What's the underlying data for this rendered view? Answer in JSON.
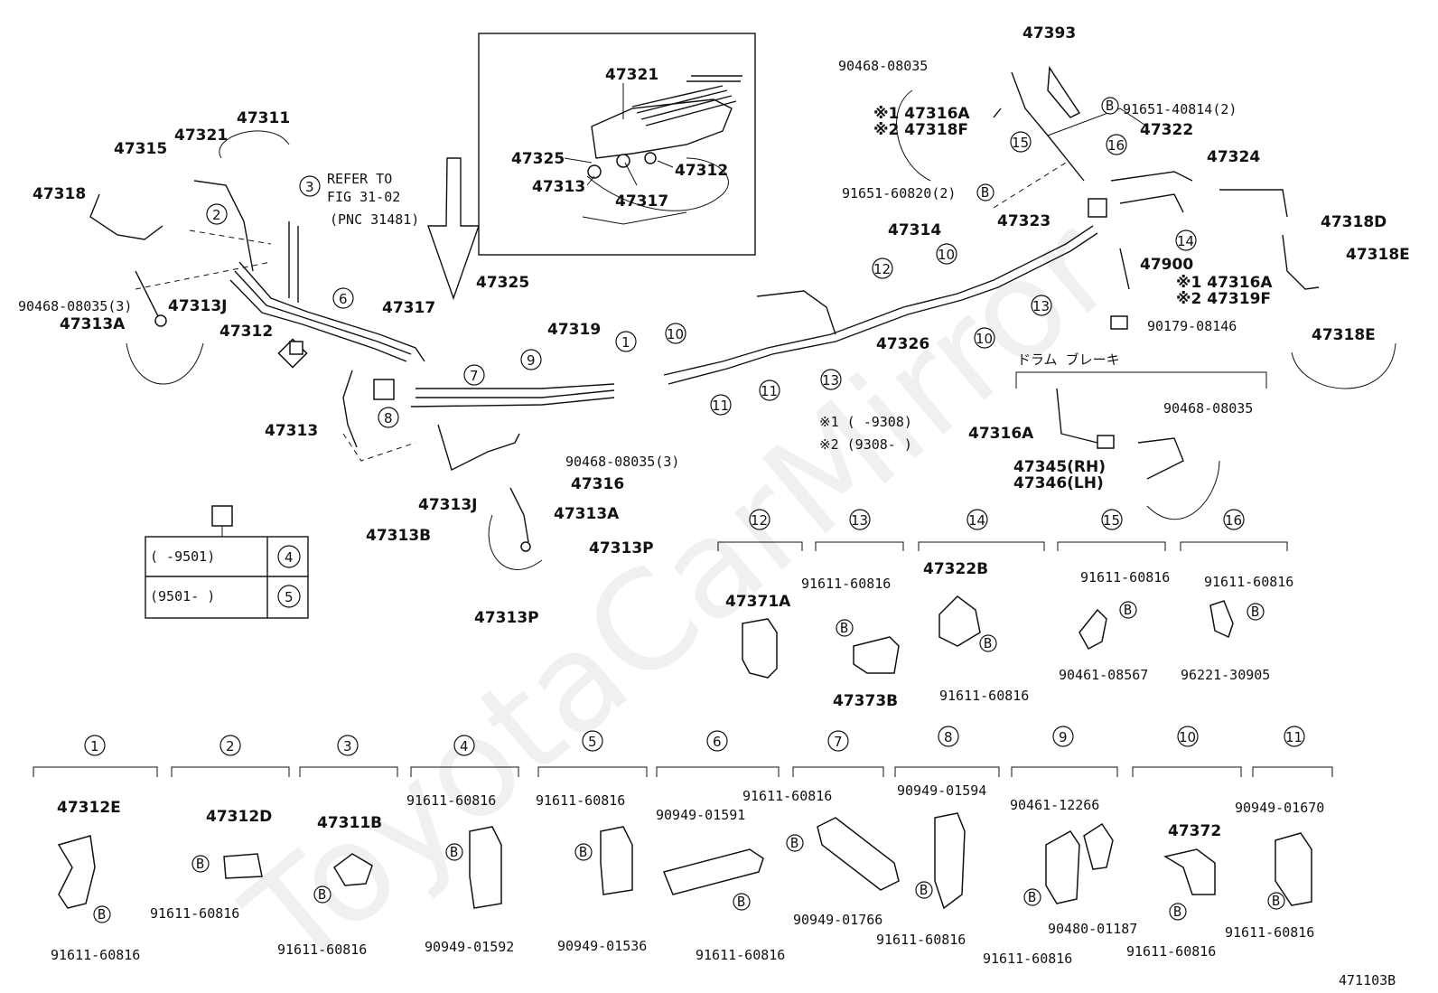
{
  "watermark": "ToyotaCarMirror",
  "figure_code": "471103B",
  "refer": {
    "line1": "REFER TO",
    "line2": "FIG 31-02",
    "line3": "(PNC 31481)"
  },
  "drum_brake_label": "ドラム ブレーキ",
  "notes": {
    "n1": "※1 (      -9308)",
    "n2": "※2 (9308-       )"
  },
  "legend_table": {
    "row1": "(      -9501)",
    "row1_ref": "4",
    "row2": "(9501-      )",
    "row2_ref": "5"
  },
  "parts": [
    "47393",
    "90468-08035",
    "91651-40814(2)",
    "※1 47316A",
    "※2 47318F",
    "91651-60820(2)",
    "47323",
    "47322",
    "47324",
    "47318D",
    "47318E",
    "47900",
    "※1 47316A",
    "※2 47319F",
    "90179-08146",
    "47318E",
    "47314",
    "47326",
    "47321",
    "47325",
    "47313",
    "47317",
    "47312",
    "47311",
    "47315",
    "47318",
    "90468-08035(3)",
    "47313J",
    "47313A",
    "47312",
    "47319",
    "47313",
    "47316",
    "90468-08035(3)",
    "47313J",
    "47313A",
    "47313B",
    "47313P",
    "47313P",
    "47316A",
    "90468-08035",
    "47345(RH)",
    "47346(LH)",
    "47325",
    "47317",
    "47371A",
    "91611-60816",
    "47373B",
    "47322B",
    "91611-60816",
    "91611-60816",
    "90461-08567",
    "91611-60816",
    "96221-30905",
    "47312E",
    "91611-60816",
    "47312D",
    "91611-60816",
    "47311B",
    "91611-60816",
    "91611-60816",
    "90949-01592",
    "91611-60816",
    "90949-01536",
    "90949-01591",
    "91611-60816",
    "91611-60816",
    "90949-01766",
    "90949-01594",
    "91611-60816",
    "90461-12266",
    "90480-01187",
    "91611-60816",
    "47372",
    "91611-60816",
    "90949-01670",
    "91611-60816"
  ],
  "inset": {
    "p1": "47321",
    "p2": "47325",
    "p3": "47313",
    "p4": "47317",
    "p5": "47312"
  },
  "callouts": [
    "1",
    "2",
    "3",
    "4",
    "5",
    "6",
    "7",
    "8",
    "9",
    "10",
    "11",
    "12",
    "13",
    "14",
    "15",
    "16"
  ],
  "bolt_mark": "B"
}
